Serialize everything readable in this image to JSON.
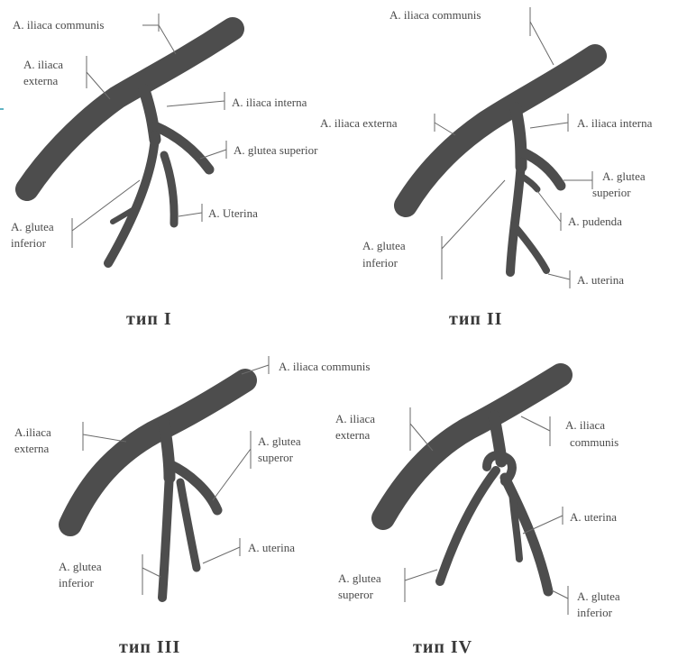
{
  "panels": [
    {
      "type_label": "тип I",
      "labels": {
        "communis": "A. iliaca communis",
        "externa_1": "A. iliaca",
        "externa_2": "externa",
        "interna": "A. iliaca interna",
        "glutea_sup": "A. glutea  superior",
        "uterina": "A. Uterina",
        "glutea_inf_1": "A. glutea",
        "glutea_inf_2": "inferior"
      }
    },
    {
      "type_label": "тип II",
      "labels": {
        "communis": "A. iliaca communis",
        "externa": "A. iliaca externa",
        "interna": "A. iliaca interna",
        "glutea_sup_1": "A. glutea",
        "glutea_sup_2": "superior",
        "pudenda": "A. pudenda",
        "glutea_inf_1": "A. glutea",
        "glutea_inf_2": "inferior",
        "uterina": "A. uterina"
      }
    },
    {
      "type_label": "тип III",
      "labels": {
        "communis": "A. iliaca communis",
        "externa_1": "A.iliaca",
        "externa_2": "externa",
        "glutea_sup_1": "A. glutea",
        "glutea_sup_2": "superor",
        "uterina": "A. uterina",
        "glutea_inf_1": "A. glutea",
        "glutea_inf_2": "inferior"
      }
    },
    {
      "type_label": "тип IV",
      "labels": {
        "externa_1": "A. iliaca",
        "externa_2": "externa",
        "communis_1": "A. iliaca",
        "communis_2": "communis",
        "uterina": "A. uterina",
        "glutea_sup_1": "A. glutea",
        "glutea_sup_2": "superor",
        "glutea_inf_1": "A. glutea",
        "glutea_inf_2": "inferior"
      }
    }
  ],
  "colors": {
    "vessel": "#4d4d4d",
    "text": "#4a4a4a",
    "leader": "#6a6a6a"
  }
}
